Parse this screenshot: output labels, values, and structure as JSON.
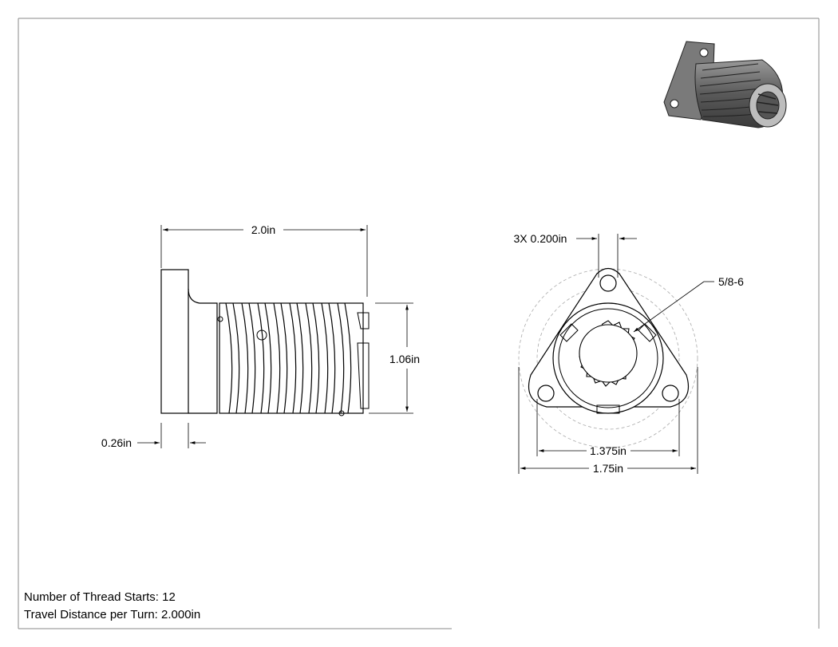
{
  "dimensions": {
    "overall_length": "2.0in",
    "diameter": "1.06in",
    "flange_thickness": "0.26in",
    "hole_size": "3X 0.200in",
    "thread": "5/8-6",
    "bolt_circle": "1.375in",
    "flange_width": "1.75in"
  },
  "notes": {
    "thread_starts": "Number of Thread Starts: 12",
    "travel": "Travel Distance per Turn: 2.000in"
  }
}
